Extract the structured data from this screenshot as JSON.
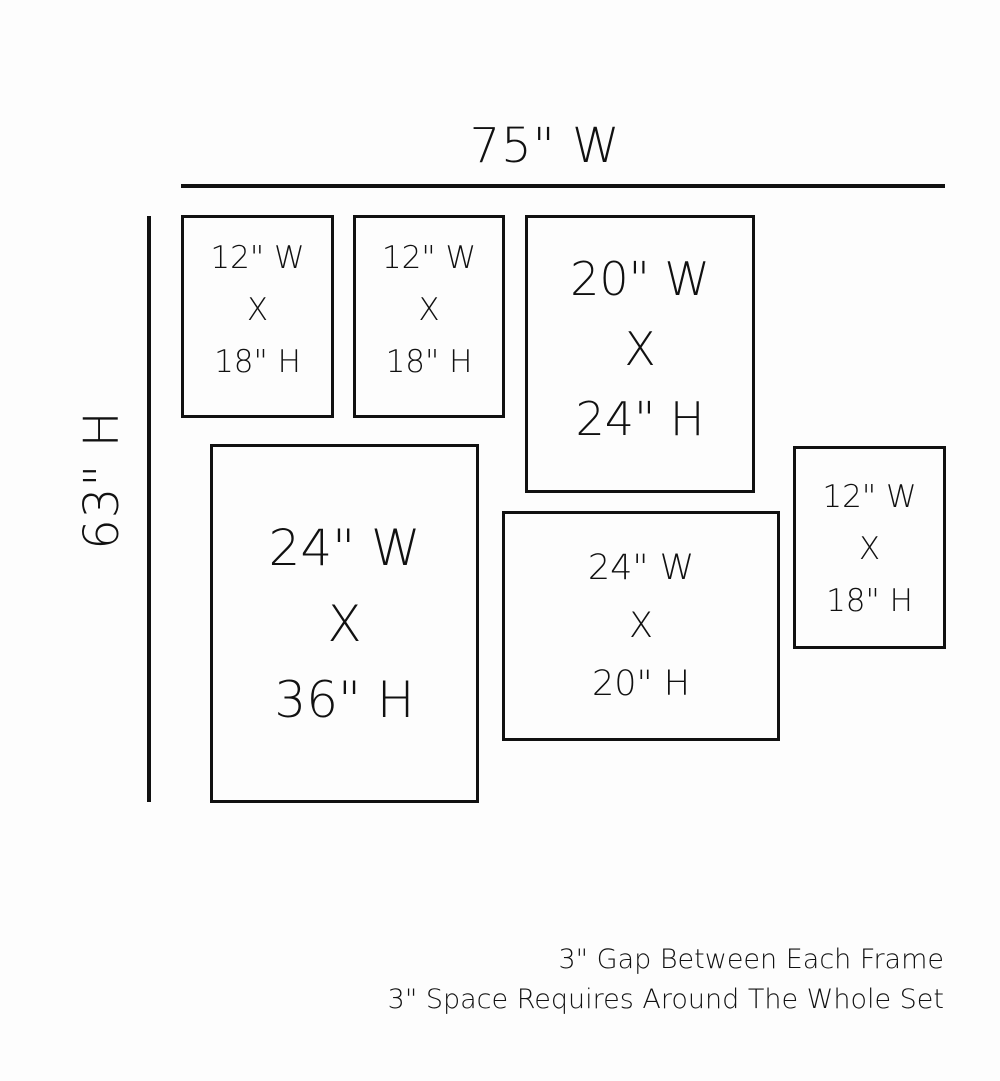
{
  "overall": {
    "width_label": "75\" W",
    "height_label": "63\" H"
  },
  "frames": [
    {
      "width": "12\" W",
      "sep": "X",
      "height": "18\" H"
    },
    {
      "width": "12\" W",
      "sep": "X",
      "height": "18\" H"
    },
    {
      "width": "20\" W",
      "sep": "X",
      "height": "24\" H"
    },
    {
      "width": "24\" W",
      "sep": "X",
      "height": "36\" H"
    },
    {
      "width": "24\" W",
      "sep": "X",
      "height": "20\" H"
    },
    {
      "width": "12\" W",
      "sep": "X",
      "height": "18\" H"
    }
  ],
  "notes": {
    "line1": "3\" Gap Between Each Frame",
    "line2": "3\" Space Requires Around The Whole Set"
  }
}
